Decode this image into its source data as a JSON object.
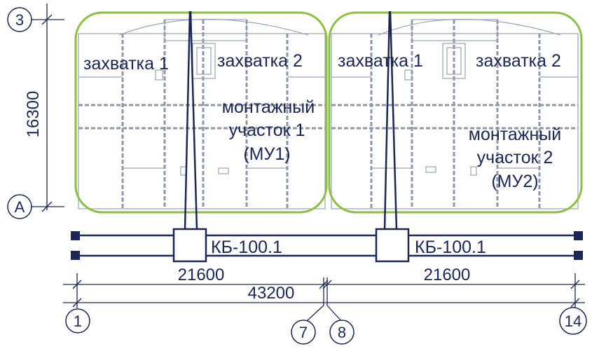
{
  "axes": {
    "top_left": "3",
    "bottom_left": "А",
    "bottom_1": "1",
    "bottom_7": "7",
    "bottom_8": "8",
    "bottom_14": "14"
  },
  "dimensions": {
    "vertical": "16300",
    "left_span": "21600",
    "right_span": "21600",
    "total": "43200"
  },
  "zone_left": {
    "grip_1": "захватка 1",
    "grip_2": "захватка 2",
    "section_line1": "монтажный",
    "section_line2": "участок 1",
    "section_line3": "(МУ1)"
  },
  "zone_right": {
    "grip_1": "захватка 1",
    "grip_2": "захватка 2",
    "section_line1": "монтажный",
    "section_line2": "участок 2",
    "section_line3": "(МУ2)"
  },
  "cranes": {
    "left_label": "КБ-100.1",
    "right_label": "КБ-100.1"
  },
  "colors": {
    "ink": "#1a2756",
    "zone_outline": "#8cbf3f",
    "plan_lines": "#9aa3b5"
  }
}
